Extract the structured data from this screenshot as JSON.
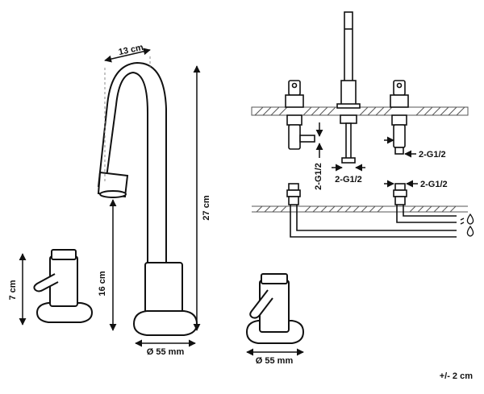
{
  "dimensions": {
    "spout_reach": "13 cm",
    "total_height": "27 cm",
    "body_height": "16 cm",
    "handle_height": "7 cm",
    "spout_base_diameter": "Ø 55 mm",
    "handle_base_diameter": "Ø 55 mm"
  },
  "connections": {
    "left_valve": "2-G1/2",
    "center_spout": "2-G1/2",
    "right_valve": "2-G1/2",
    "right_lower": "2-G1/2"
  },
  "tolerance": "+/- 2 cm",
  "colors": {
    "line": "#111111",
    "hatch": "#555555",
    "guide": "#888888"
  }
}
